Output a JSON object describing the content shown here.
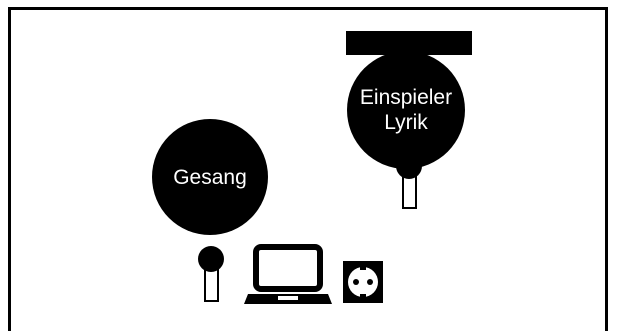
{
  "diagram": {
    "positions": [
      {
        "id": "einspieler-lyrik",
        "label": "Einspieler\nLyrik"
      },
      {
        "id": "gesang",
        "label": "Gesang"
      }
    ],
    "icons": [
      "desk-icon",
      "microphone-icon",
      "microphone-icon",
      "laptop-icon",
      "power-outlet-icon"
    ],
    "colors": {
      "ink": "#000000",
      "background": "#ffffff"
    }
  }
}
